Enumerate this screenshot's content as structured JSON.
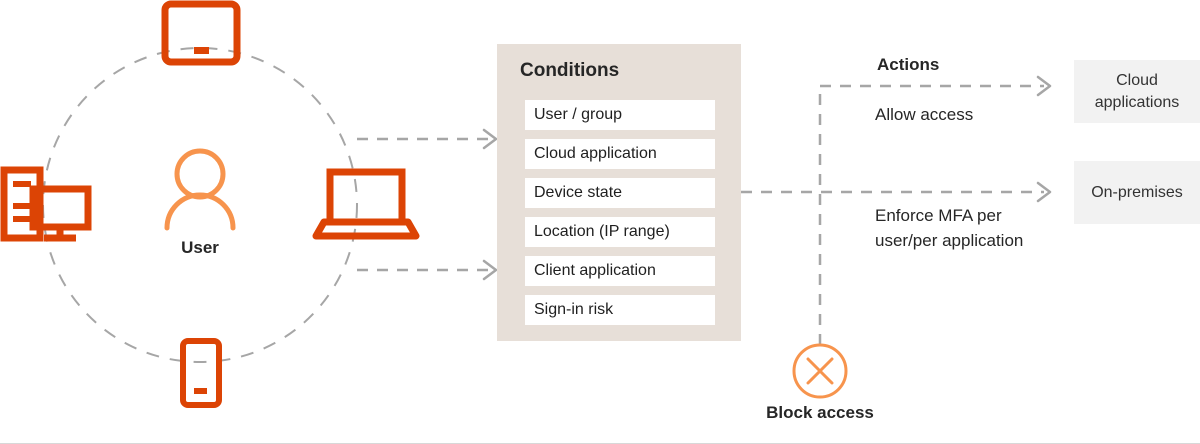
{
  "identity": {
    "user_label": "User",
    "devices": [
      {
        "name": "tablet-icon",
        "label": "Tablet"
      },
      {
        "name": "laptop-icon",
        "label": "Laptop"
      },
      {
        "name": "phone-icon",
        "label": "Phone"
      },
      {
        "name": "desktop-server-icon",
        "label": "Desktop and server"
      }
    ]
  },
  "conditions": {
    "title": "Conditions",
    "items": [
      "User / group",
      "Cloud application",
      "Device state",
      "Location (IP range)",
      "Client application",
      "Sign-in risk"
    ]
  },
  "actions": {
    "title": "Actions",
    "allow_access": "Allow access",
    "enforce_mfa": "Enforce MFA per user/per application",
    "block_access": "Block access"
  },
  "destinations": [
    {
      "label": "Cloud applications"
    },
    {
      "label": "On-premises"
    }
  ],
  "colors": {
    "device_orange": "#DC4405",
    "user_orange": "#F7944D",
    "panel_beige": "#E7DFD8",
    "row_white": "#FFFFFF",
    "dest_gray": "#F2F2F2",
    "connector_gray": "#A6A6A6",
    "text_dark": "#262626"
  }
}
